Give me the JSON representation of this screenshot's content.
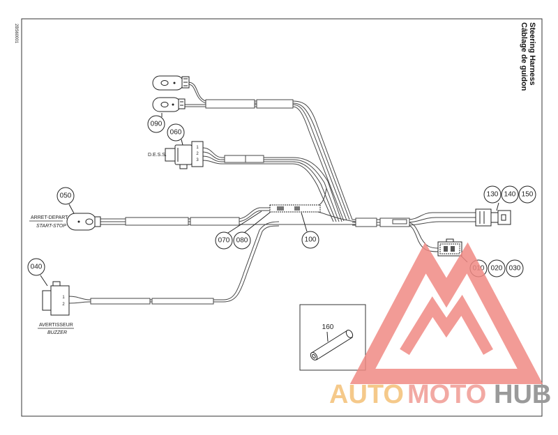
{
  "title": {
    "line1": "Steering Harness",
    "line2": "Câblage de guidon",
    "code": "2BS60001"
  },
  "part_numbers": {
    "p010": "010",
    "p020": "020",
    "p030": "030",
    "p040": "040",
    "p050": "050",
    "p060": "060",
    "p070": "070",
    "p080": "080",
    "p090": "090",
    "p100": "100",
    "p130": "130",
    "p140": "140",
    "p150": "150",
    "p160": "160"
  },
  "labels": {
    "dess": "D.E.S.S.",
    "start_stop_fr": "ARRET-DEPART",
    "start_stop_en": "START-STOP",
    "buzzer_fr": "AVERTISSEUR",
    "buzzer_en": "BUZZER"
  },
  "watermark": {
    "part1": "AUTO",
    "part2": "MOTO",
    "part3": "HUB",
    "color1": "#f5c98a",
    "color2": "#f2a9a3",
    "color3": "#9a9a9a",
    "logo_color": "#f08a84"
  }
}
